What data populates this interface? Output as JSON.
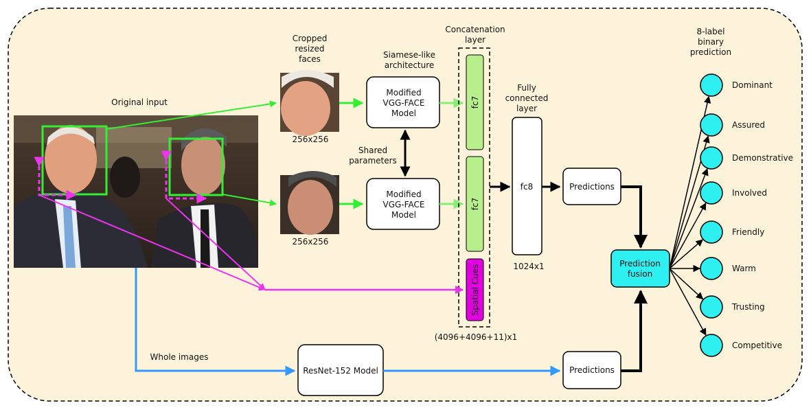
{
  "labels": {
    "original_input": "Original input",
    "cropped": [
      "Cropped",
      "resized",
      "faces"
    ],
    "size_top": "256x256",
    "size_bottom": "256x256",
    "siamese": [
      "Siamese-like",
      "architecture"
    ],
    "shared": [
      "Shared",
      "parameters"
    ],
    "concat": [
      "Concatenation",
      "layer"
    ],
    "fully_connected": [
      "Fully",
      "connected",
      "layer"
    ],
    "fc8_dim": "1024x1",
    "concat_dim": "(4096+4096+11)x1",
    "whole_images": "Whole images",
    "eight_label": [
      "8-label",
      "binary",
      "prediction"
    ]
  },
  "boxes": {
    "vgg_top": [
      "Modified",
      "VGG-FACE",
      "Model"
    ],
    "vgg_bottom": [
      "Modified",
      "VGG-FACE",
      "Model"
    ],
    "fc7_top": "fc7",
    "fc7_bottom": "fc7",
    "spatial": "Spatial Cues",
    "fc8": "fc8",
    "pred_top": "Predictions",
    "pred_bottom": "Predictions",
    "resnet": "ResNet-152 Model",
    "fusion": [
      "Prediction",
      "fusion"
    ]
  },
  "outputs": [
    "Dominant",
    "Assured",
    "Demonstrative",
    "Involved",
    "Friendly",
    "Warm",
    "Trusting",
    "Competitive"
  ],
  "colors": {
    "background": "#fdf2da",
    "green": "#33ee33",
    "light_green": "#88ee77",
    "green_fill": "#b8ee8c",
    "magenta": "#ee33ee",
    "magenta_fill": "#e000e0",
    "blue": "#3399ff",
    "cyan": "#2ff0f0"
  }
}
